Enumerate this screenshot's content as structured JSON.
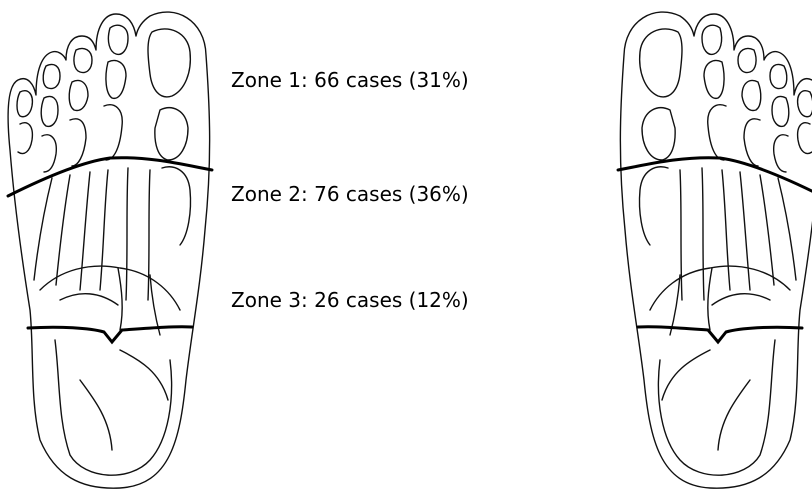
{
  "zones": [
    {
      "label": "Zone 1: 66 cases (31%)",
      "zone": 1,
      "cases": 66,
      "percent": 31
    },
    {
      "label": "Zone 2: 76 cases (36%)",
      "zone": 2,
      "cases": 76,
      "percent": 36
    },
    {
      "label": "Zone 3: 26 cases (12%)",
      "zone": 3,
      "cases": 26,
      "percent": 12
    }
  ]
}
